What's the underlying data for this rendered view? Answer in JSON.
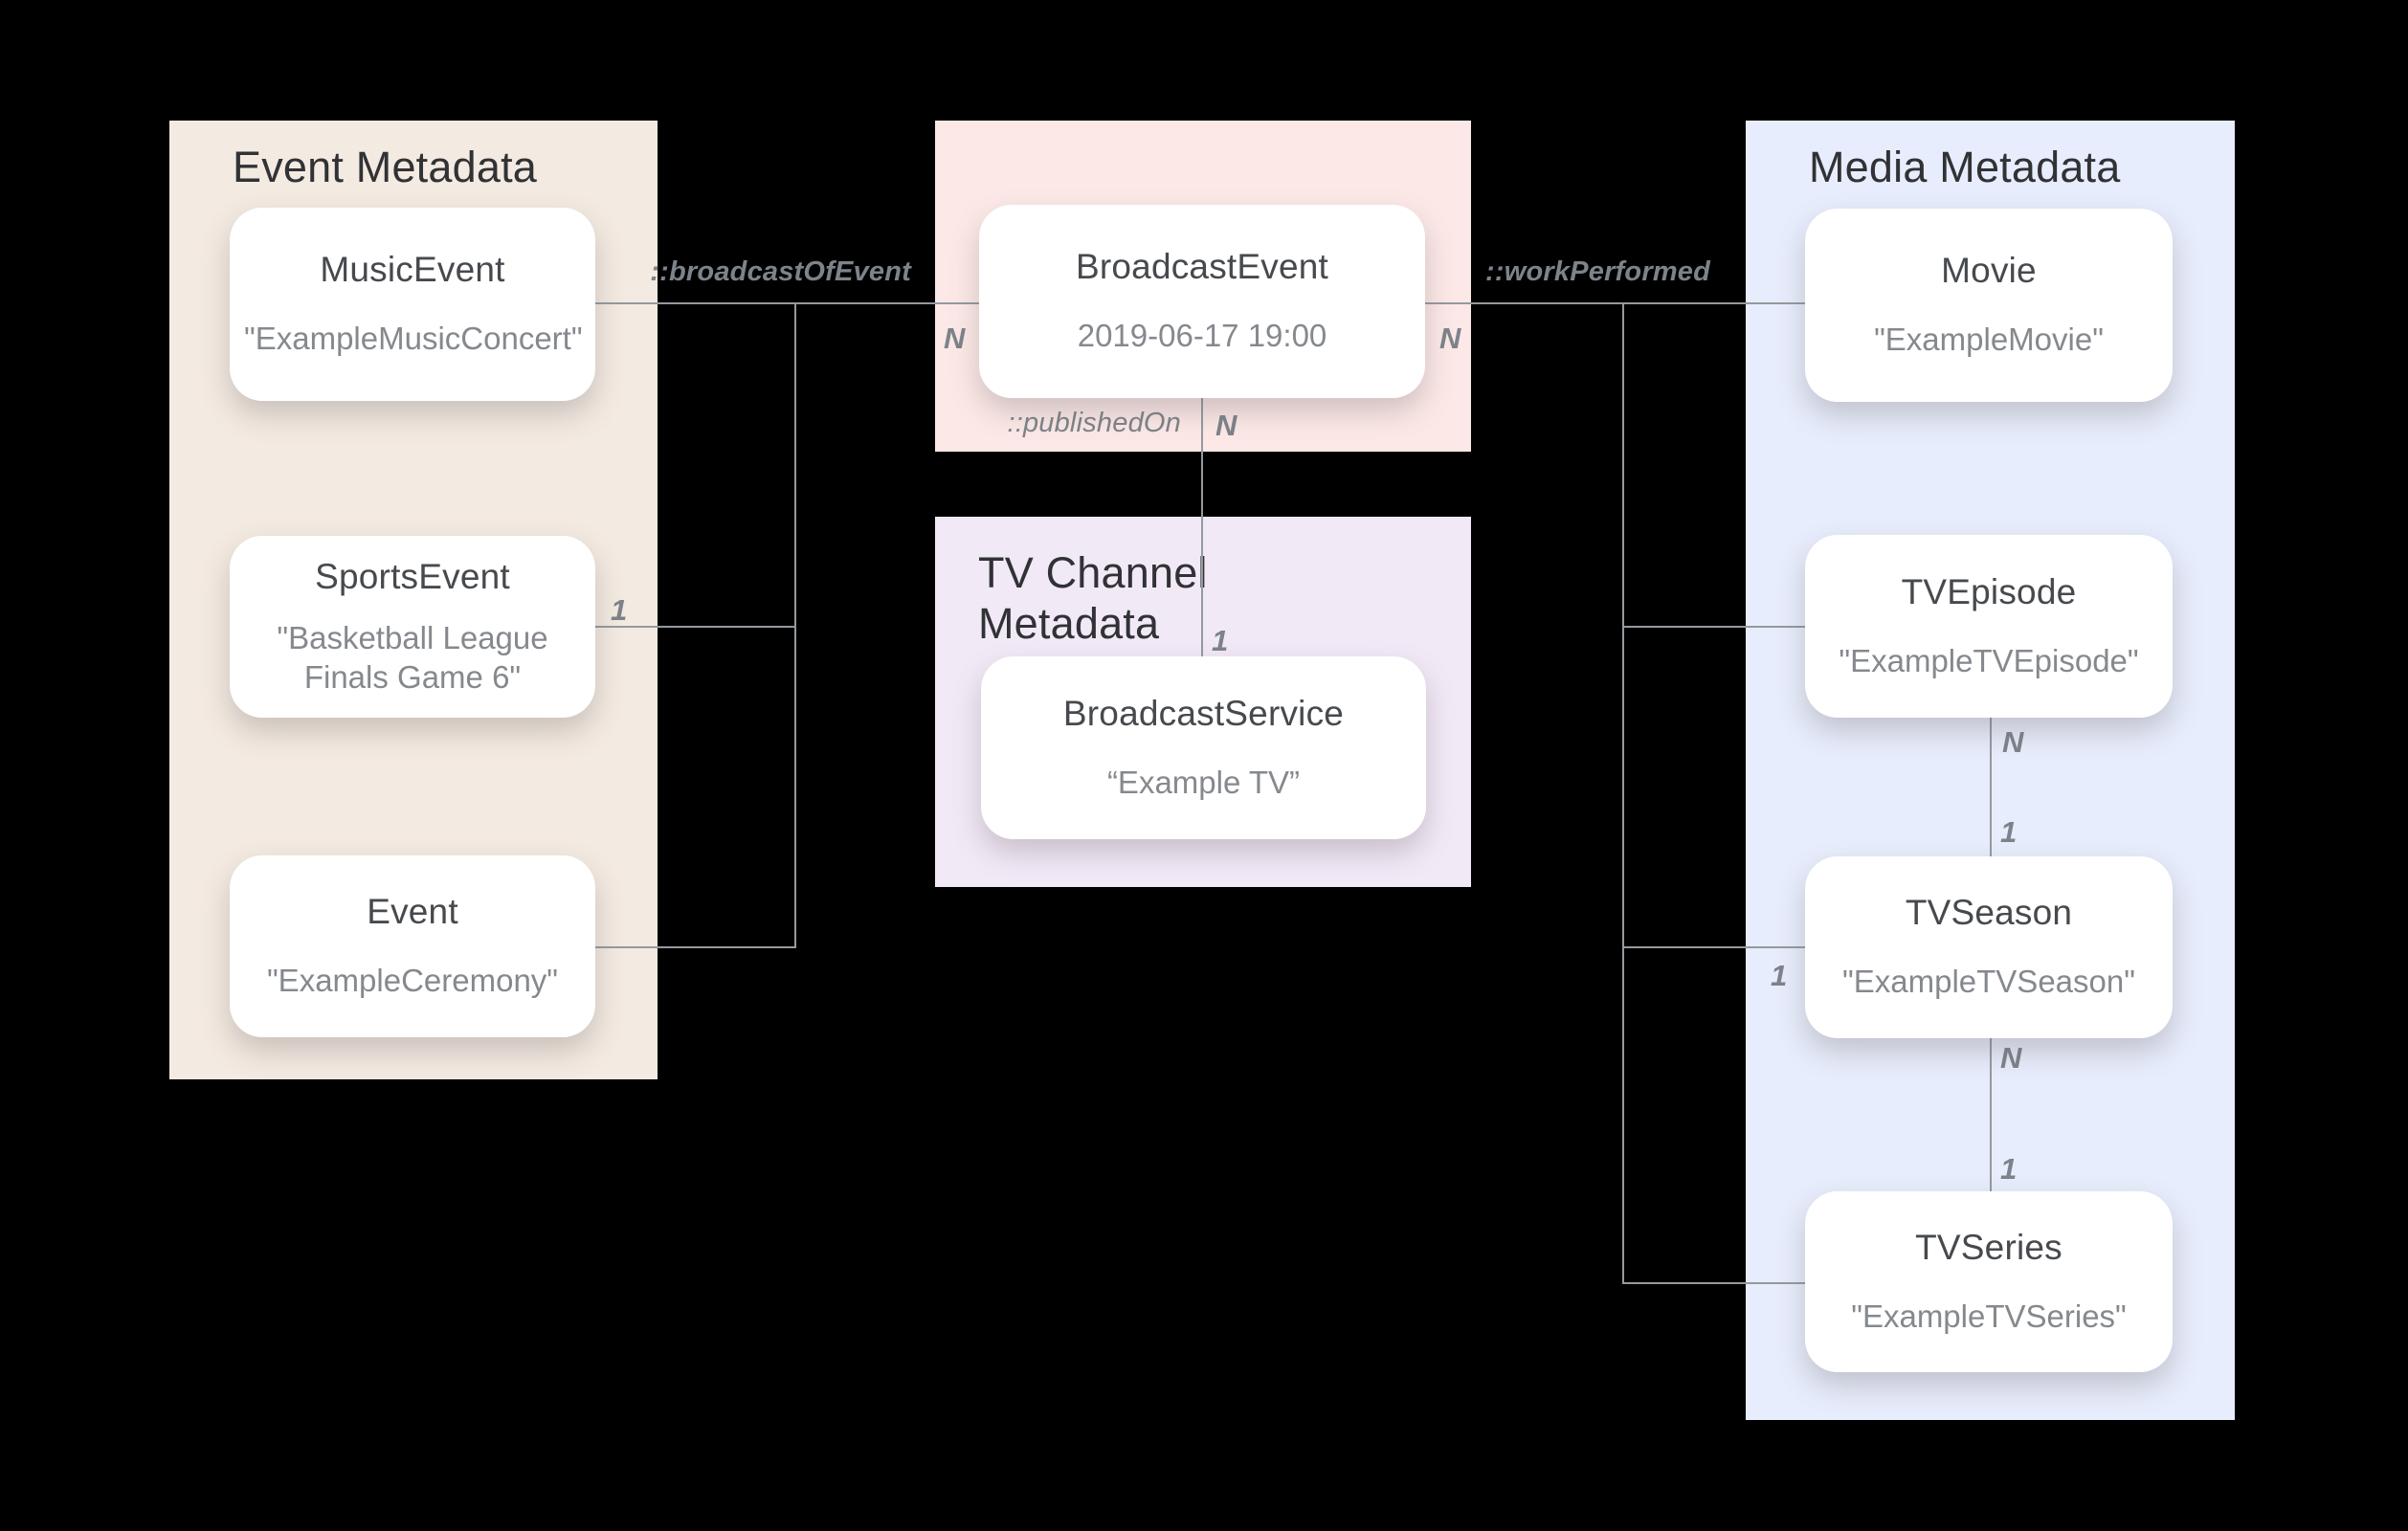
{
  "colors": {
    "background": "#000000",
    "event_panel": "#f3eae1",
    "broadcast_panel": "#fce9e7",
    "tv_channel_panel": "#f2e9f7",
    "media_panel": "#e7edfc",
    "card": "#ffffff",
    "connector_line": "#949a9f",
    "panel_title_text": "#313235",
    "card_title_text": "#46494d",
    "card_subtitle_text": "#85898e",
    "relation_label_text": "#7d838a"
  },
  "panels": {
    "event": {
      "title": "Event Metadata"
    },
    "tv_channel": {
      "title": "TV Channel Metadata"
    },
    "media": {
      "title": "Media Metadata"
    }
  },
  "nodes": {
    "music_event": {
      "title": "MusicEvent",
      "subtitle": "\"ExampleMusicConcert\""
    },
    "sports_event": {
      "title": "SportsEvent",
      "subtitle": "\"Basketball League Finals Game 6\""
    },
    "event": {
      "title": "Event",
      "subtitle": "\"ExampleCeremony\""
    },
    "broadcast_event": {
      "title": "BroadcastEvent",
      "subtitle": "2019-06-17 19:00"
    },
    "broadcast_service": {
      "title": "BroadcastService",
      "subtitle": "“Example TV”"
    },
    "movie": {
      "title": "Movie",
      "subtitle": "\"ExampleMovie\""
    },
    "tv_episode": {
      "title": "TVEpisode",
      "subtitle": "\"ExampleTVEpisode\""
    },
    "tv_season": {
      "title": "TVSeason",
      "subtitle": "\"ExampleTVSeason\""
    },
    "tv_series": {
      "title": "TVSeries",
      "subtitle": "\"ExampleTVSeries\""
    }
  },
  "relations": {
    "broadcast_of_event": {
      "label": "::broadcastOfEvent"
    },
    "work_performed": {
      "label": "::workPerformed"
    },
    "published_on": {
      "label": "::publishedOn"
    }
  },
  "cardinalities": {
    "n_broadcast_left": "N",
    "n_broadcast_right": "N",
    "n_published": "N",
    "one_published": "1",
    "one_sports": "1",
    "n_episode_bottom": "N",
    "one_season_top": "1",
    "one_season_left": "1",
    "n_season_bottom": "N",
    "one_series_top": "1"
  }
}
